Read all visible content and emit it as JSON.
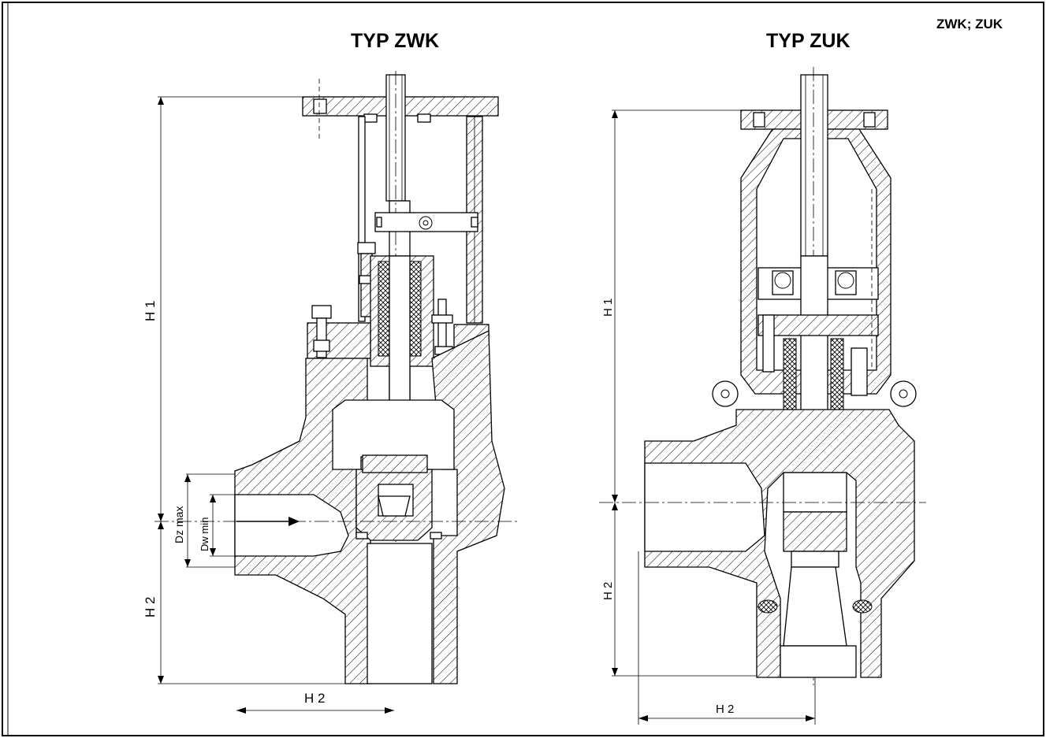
{
  "header": {
    "corner_label": "ZWK; ZUK"
  },
  "views": [
    {
      "title": "TYP ZWK",
      "dimensions": {
        "overall_height": "H 1",
        "lower_height": "H 2",
        "horizontal": "H 2",
        "outer_diameter": "Dz max",
        "inner_diameter": "Dw min"
      }
    },
    {
      "title": "TYP ZUK",
      "dimensions": {
        "overall_height": "H 1",
        "lower_height": "H 2",
        "horizontal": "H 2"
      }
    }
  ]
}
